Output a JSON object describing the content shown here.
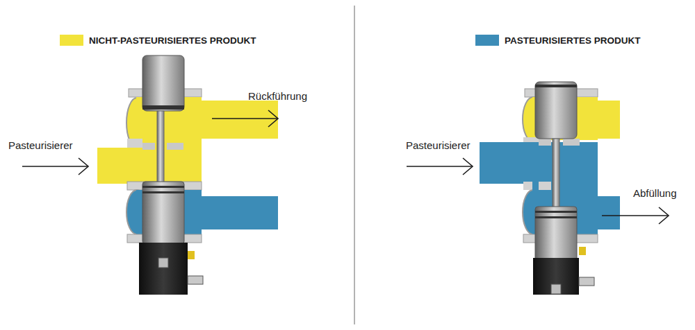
{
  "diagram": {
    "labels": [
      "Rückführung",
      "Pasteurisierer",
      "Pasteurisierer",
      "Abfüllung"
    ],
    "legend": [
      {
        "text": "NICHT-PASTEURISIERTES PRODUKT",
        "color": "#f2e33b"
      },
      {
        "text": "PASTEURISIERTES PRODUKT",
        "color": "#3c8cb7"
      }
    ]
  }
}
